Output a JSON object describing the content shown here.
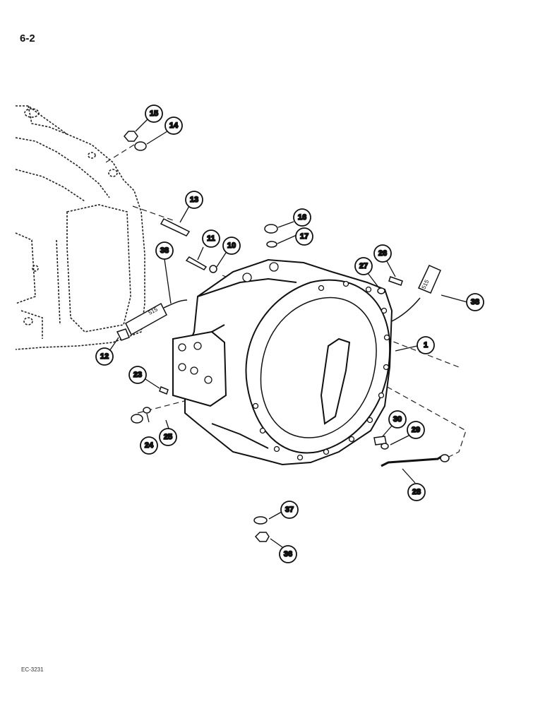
{
  "page": {
    "number": "6-2",
    "figure_ref": "EC-3231"
  },
  "diagram": {
    "callouts": [
      {
        "id": "15",
        "label": "15"
      },
      {
        "id": "14",
        "label": "14"
      },
      {
        "id": "13",
        "label": "13"
      },
      {
        "id": "16",
        "label": "16"
      },
      {
        "id": "17",
        "label": "17"
      },
      {
        "id": "11",
        "label": "11"
      },
      {
        "id": "10",
        "label": "10"
      },
      {
        "id": "38a",
        "label": "38"
      },
      {
        "id": "26",
        "label": "26"
      },
      {
        "id": "27",
        "label": "27"
      },
      {
        "id": "38b",
        "label": "38"
      },
      {
        "id": "1",
        "label": "1"
      },
      {
        "id": "12",
        "label": "12"
      },
      {
        "id": "23",
        "label": "23"
      },
      {
        "id": "25",
        "label": "25"
      },
      {
        "id": "24",
        "label": "24"
      },
      {
        "id": "30",
        "label": "30"
      },
      {
        "id": "29",
        "label": "29"
      },
      {
        "id": "28",
        "label": "28"
      },
      {
        "id": "37",
        "label": "37"
      },
      {
        "id": "36",
        "label": "36"
      }
    ],
    "sealant_tube_label": "515"
  }
}
